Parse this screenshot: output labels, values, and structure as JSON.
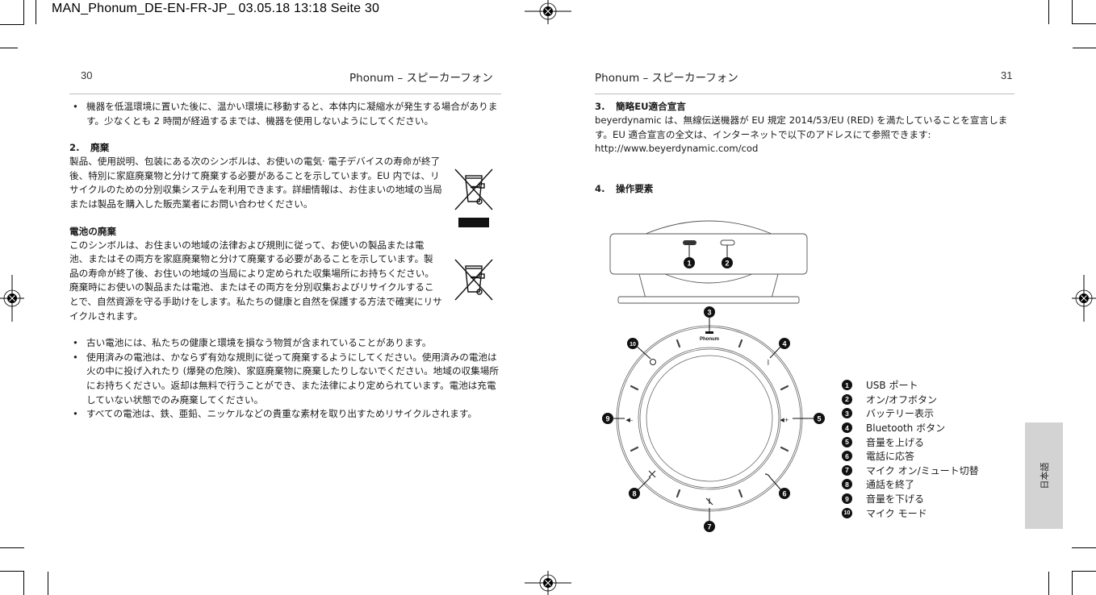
{
  "slug": "MAN_Phonum_DE-EN-FR-JP_  03.05.18  13:18  Seite 30",
  "left_page": {
    "page_number": "30",
    "running_head": "Phonum – スピーカーフォン",
    "intro_bullet": "機器を低温環境に置いた後に、温かい環境に移動すると、本体内に凝縮水が発生する場合があります。少なくとも 2 時間が経過するまでは、機器を使用しないようにしてください。",
    "section2": {
      "number": "2.",
      "title": "廃棄",
      "body": "製品、使用説明、包装にある次のシンボルは、お使いの電気· 電子デバイスの寿命が終了後、特別に家庭廃棄物と分けて廃棄する必要があることを示しています。EU 内では、リサイクルのための分別収集システムを利用できます。詳細情報は、お住まいの地域の当局または製品を購入した販売業者にお問い合わせください。",
      "icon": "crossed-out-wheelie-bin-with-bar"
    },
    "battery": {
      "title": "電池の廃棄",
      "body": "このシンボルは、お住まいの地域の法律および規則に従って、お使いの製品または電池、またはその両方を家庭廃棄物と分けて廃棄する必要があることを示しています。製品の寿命が終了後、お住いの地域の当局により定められた収集場所にお持ちください。廃棄時にお使いの製品または電池、またはその両方を分別収集およびリサイクルすることで、自然資源を守る手助けをします。私たちの健康と自然を保護する方法で確実にリサイクルされます。",
      "icon": "crossed-out-wheelie-bin",
      "bullets": [
        "古い電池には、私たちの健康と環境を損なう物質が含まれていることがあります。",
        "使用済みの電池は、かならず有効な規則に従って廃棄するようにしてください。使用済みの電池は火の中に投げ入れたり (爆発の危険)、家庭廃棄物に廃棄したりしないでください。地域の収集場所にお持ちください。返却は無料で行うことができ、また法律により定められています。電池は充電していない状態でのみ廃棄してください。",
        "すべての電池は、鉄、亜鉛、ニッケルなどの貴重な素材を取り出すためリサイクルされます。"
      ]
    }
  },
  "right_page": {
    "page_number": "31",
    "running_head": "Phonum – スピーカーフォン",
    "section3": {
      "number": "3.",
      "title": "簡略EU適合宣言",
      "body": "beyerdynamic は、無線伝送機器が EU 規定 2014/53/EU (RED) を満たしていることを宣言します。EU 適合宣言の全文は、インターネットで以下のアドレスにて参照できます:",
      "url": "http://www.beyerdynamic.com/cod"
    },
    "section4": {
      "number": "4.",
      "title": "操作要素",
      "device_label": "Phonum",
      "legend": [
        {
          "n": "1",
          "label": "USB ポート"
        },
        {
          "n": "2",
          "label": "オン/オフボタン"
        },
        {
          "n": "3",
          "label": "バッテリー表示"
        },
        {
          "n": "4",
          "label": "Bluetooth ボタン"
        },
        {
          "n": "5",
          "label": "音量を上げる"
        },
        {
          "n": "6",
          "label": "電話に応答"
        },
        {
          "n": "7",
          "label": "マイク オン/ミュート切替"
        },
        {
          "n": "8",
          "label": "通話を終了"
        },
        {
          "n": "9",
          "label": "音量を下げる"
        },
        {
          "n": "10",
          "label": "マイク モード"
        }
      ]
    },
    "language_tab": "日本語"
  },
  "colors": {
    "text": "#1a1a1a",
    "rule": "#bdbdbd",
    "tab": "#d3d3d3"
  }
}
